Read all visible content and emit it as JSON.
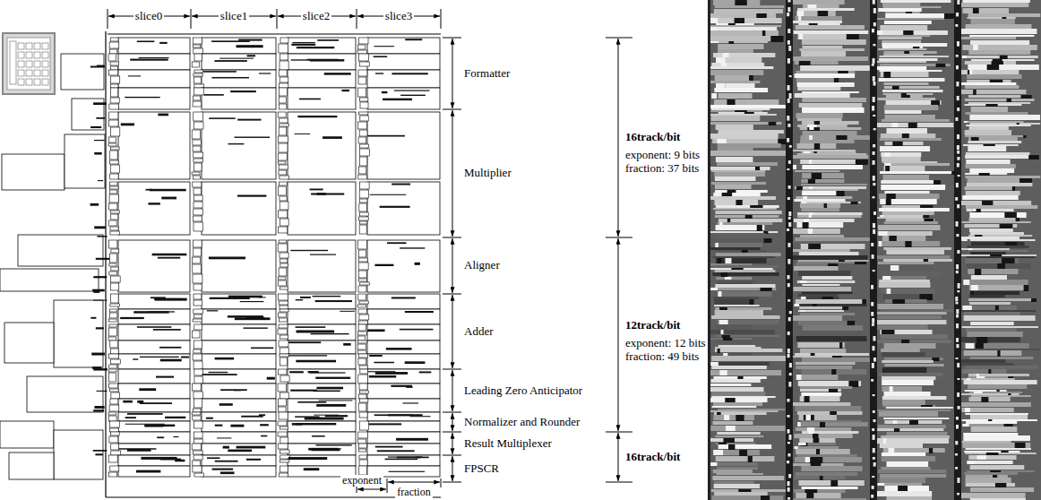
{
  "diagram": {
    "labels": [
      "slice0",
      "slice1",
      "slice2",
      "slice3",
      "Formatter",
      "Multiplier",
      "Aligner",
      "Adder",
      "Leading Zero Anticipator",
      "Normalizer and Rounder",
      "Result Multiplexer",
      "FPSCR",
      "16track/bit",
      "exponent: 9 bits",
      "fraction: 37 bits",
      "12track/bit",
      "exponent: 12 bits",
      "fraction: 49 bits",
      "16track/bit",
      "exponent",
      "fraction"
    ]
  }
}
